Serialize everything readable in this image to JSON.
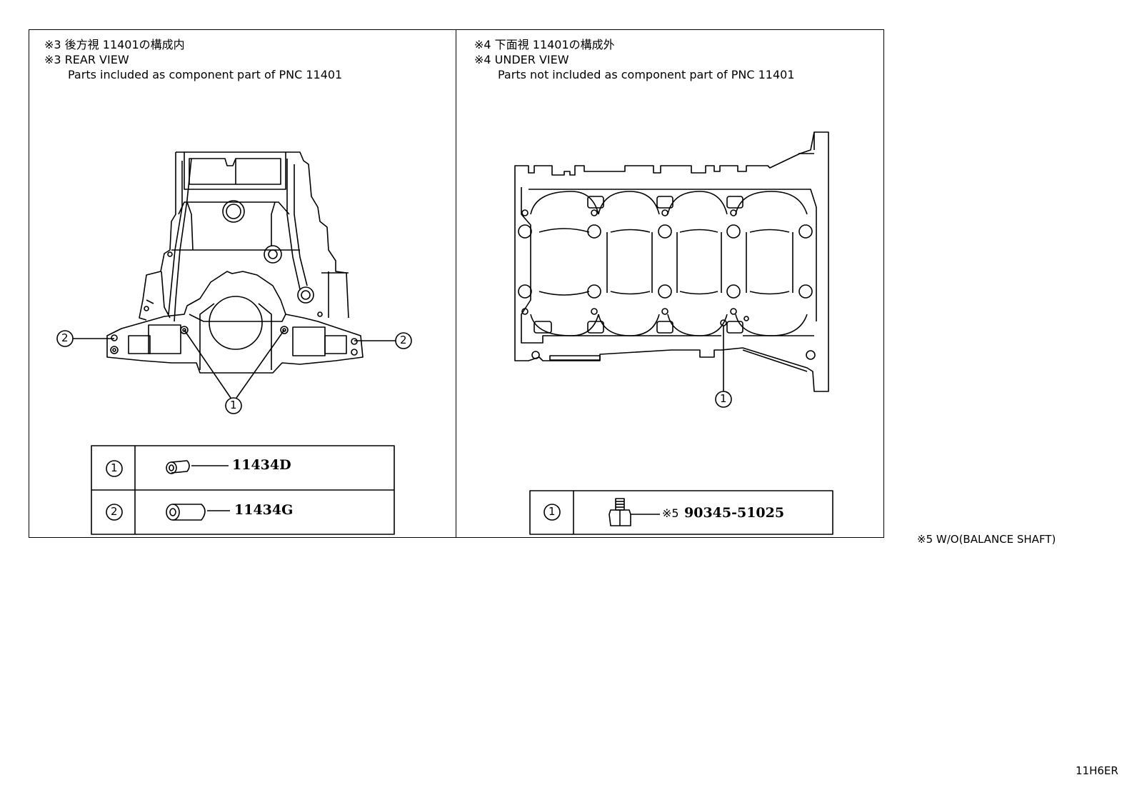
{
  "left_panel": {
    "title_jp": "※3 後方視 11401の構成内",
    "title_en": "※3 REAR VIEW",
    "subtitle": "Parts included as component part of PNC 11401",
    "callouts": [
      "2",
      "2",
      "1"
    ],
    "legend": [
      {
        "ref": "1",
        "part": "11434D"
      },
      {
        "ref": "2",
        "part": "11434G"
      }
    ]
  },
  "right_panel": {
    "title_jp": "※4 下面視 11401の構成外",
    "title_en": "※4 UNDER VIEW",
    "subtitle": "Parts not included as component part of PNC 11401",
    "callouts": [
      "1"
    ],
    "legend": [
      {
        "ref": "1",
        "prefix": "※5",
        "part": "90345-51025"
      }
    ]
  },
  "footnote": "※5 W/O(BALANCE SHAFT)",
  "diagram_code": "11H6ER",
  "colors": {
    "line": "#000000",
    "background": "#ffffff"
  }
}
